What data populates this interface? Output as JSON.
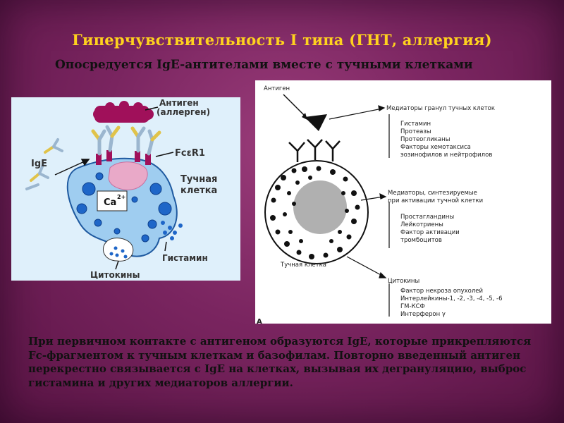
{
  "slide": {
    "title": "Гиперчувствительность I типа (ГНТ, аллергия)",
    "subtitle": "Опосредуется IgE-антителами вместе с тучными клетками",
    "body": "При первичном контакте с антигеном образуются IgE, которые прикрепляются Fc-фрагментом к тучным клеткам и базофилам. Повторно введенный антиген перекрестно связывается с IgE на клетках, вызывая их дегрануляцию, выброс гистамина и других медиаторов аллергии."
  },
  "left_diagram": {
    "antigen_label_1": "Антиген",
    "antigen_label_2": "(аллерген)",
    "receptor_label": "FcεR1",
    "ige_label": "IgE",
    "cell_label_1": "Тучная",
    "cell_label_2": "клетка",
    "calcium_label": "Ca",
    "calcium_sup": "2+",
    "histamine_label": "Гистамин",
    "cytokines_label": "Цитокины"
  },
  "right_diagram": {
    "antigen_label": "Антиген",
    "cell_label": "Тучная клетка",
    "group1_title": "Медиаторы гранул тучных клеток",
    "group1_items": [
      "Гистамин",
      "Протеазы",
      "Протеогликаны",
      "Факторы хемотаксиса",
      "эозинофилов и нейтрофилов"
    ],
    "group2_title_1": "Медиаторы, синтезируемые",
    "group2_title_2": "при активации тучной клетки",
    "group2_items": [
      "Простагландины",
      "Лейкотриены",
      "Фактор активации",
      "тромбоцитов"
    ],
    "group3_title": "Цитокины",
    "group3_items": [
      "Фактор некроза опухолей",
      "Интерлейкины-1, -2, -3, -4, -5, -6",
      "ГМ-КСФ",
      "Интерферон γ"
    ],
    "corner_mark": "А"
  },
  "colors": {
    "title": "#ffd21e",
    "background": "#7a2560",
    "antigen": "#a0105a",
    "cell_blue": "#9fcdf0",
    "granule_blue": "#1e66c8"
  }
}
